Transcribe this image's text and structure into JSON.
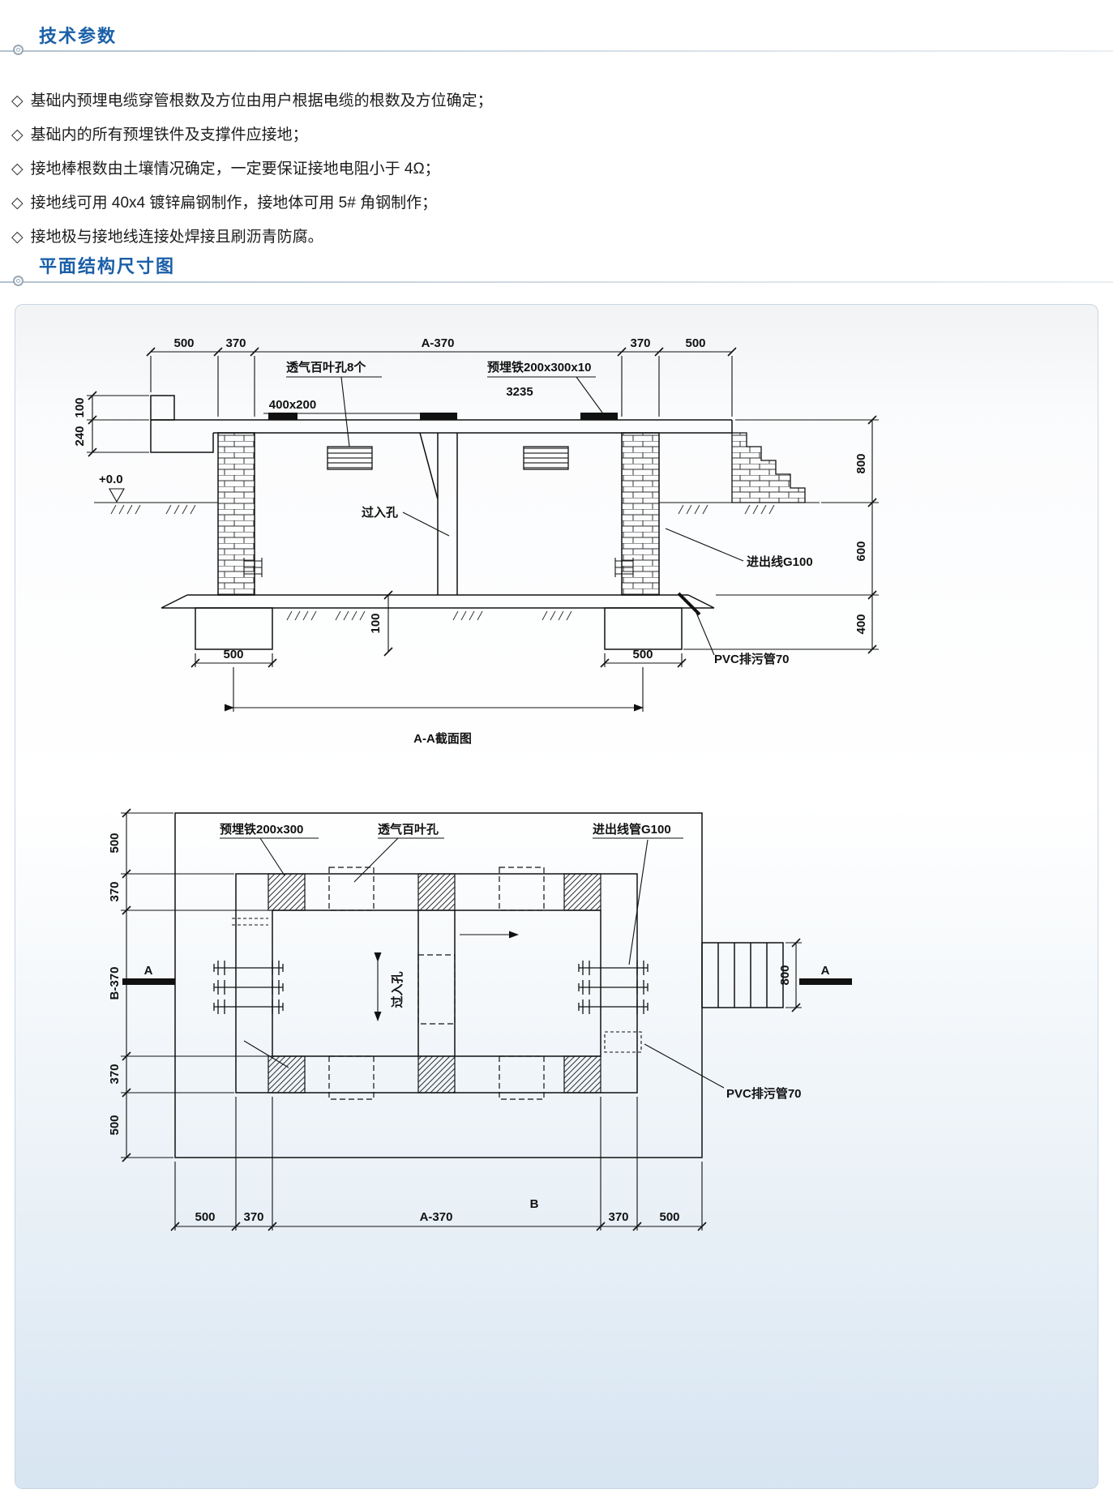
{
  "header": {
    "tech_title": "技术参数",
    "drawing_title": "平面结构尺寸图"
  },
  "tech_params": {
    "bullet": "◇",
    "items": [
      "基础内预埋电缆穿管根数及方位由用户根据电缆的根数及方位确定；",
      "基础内的所有预埋铁件及支撑件应接地；",
      "接地棒根数由土壤情况确定，一定要保证接地电阻小于 4Ω；",
      "接地线可用 40x4 镀锌扁钢制作，接地体可用 5# 角钢制作；",
      "接地极与接地线连接处焊接且刷沥青防腐。"
    ]
  },
  "section_view": {
    "caption": "A-A截面图",
    "dim_top": [
      "500",
      "370",
      "A-370",
      "370",
      "500"
    ],
    "dim_left": [
      "100",
      "240"
    ],
    "dim_right": [
      "800",
      "600",
      "400"
    ],
    "dim_foot_left": "500",
    "dim_foot_right": "500",
    "dim_floor": "100",
    "level_zero": "+0.0",
    "num_3235": "3235",
    "label_vent": "透气百叶孔8个",
    "label_iron": "预埋铁200x300x10",
    "label_size": "400x200",
    "label_manhole": "过入孔",
    "label_inlet": "进出线G100",
    "label_pvc": "PVC排污管70"
  },
  "plan_view": {
    "label_b": "B",
    "marker_a": "A",
    "dim_left": [
      "500",
      "370",
      "B-370",
      "370",
      "500"
    ],
    "dim_bottom": [
      "500",
      "370",
      "A-370",
      "370",
      "500"
    ],
    "dim_800": "800",
    "label_iron": "预埋铁200x300",
    "label_vent": "透气百叶孔",
    "label_inlet": "进出线管G100",
    "label_manhole": "过入孔",
    "label_pvc": "PVC排污管70"
  }
}
